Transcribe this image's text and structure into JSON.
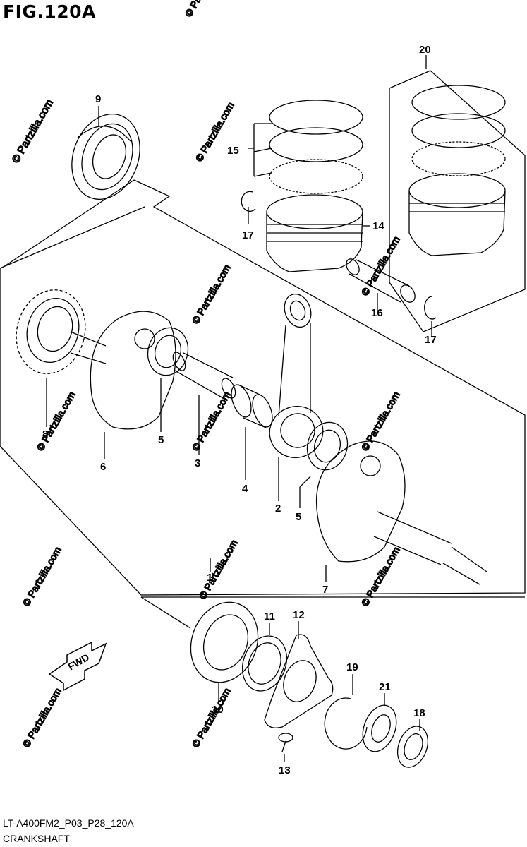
{
  "figure": {
    "title": "FIG.120A"
  },
  "watermark": {
    "text": "© Partzilla.com"
  },
  "callouts": [
    {
      "id": "c9",
      "text": "9"
    },
    {
      "id": "c20",
      "text": "20"
    },
    {
      "id": "c15",
      "text": "15"
    },
    {
      "id": "c17a",
      "text": "17"
    },
    {
      "id": "c14",
      "text": "14"
    },
    {
      "id": "c16",
      "text": "16"
    },
    {
      "id": "c17b",
      "text": "17"
    },
    {
      "id": "c8",
      "text": "8"
    },
    {
      "id": "c5a",
      "text": "5"
    },
    {
      "id": "c6",
      "text": "6"
    },
    {
      "id": "c3",
      "text": "3"
    },
    {
      "id": "c4",
      "text": "4"
    },
    {
      "id": "c2",
      "text": "2"
    },
    {
      "id": "c5b",
      "text": "5"
    },
    {
      "id": "c1",
      "text": "1"
    },
    {
      "id": "c7",
      "text": "7"
    },
    {
      "id": "c11",
      "text": "11"
    },
    {
      "id": "c12",
      "text": "12"
    },
    {
      "id": "c19",
      "text": "19"
    },
    {
      "id": "c21",
      "text": "21"
    },
    {
      "id": "c18",
      "text": "18"
    },
    {
      "id": "c10",
      "text": "10"
    },
    {
      "id": "c13",
      "text": "13"
    }
  ],
  "fwd_arrow": {
    "label": "FWD",
    "icon": "fwd-arrow-icon"
  },
  "footer": {
    "code": "LT-A400FM2_P03_P28_120A",
    "name": "CRANKSHAFT"
  }
}
